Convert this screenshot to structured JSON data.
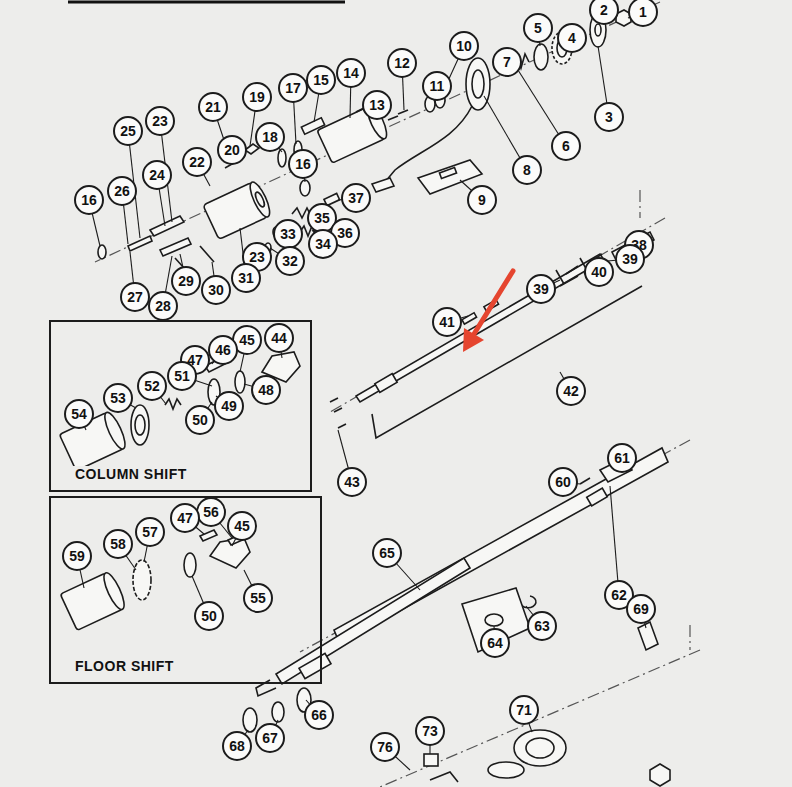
{
  "diagram": {
    "nodes": [
      {
        "text": [
          "1"
        ]
      },
      {
        "text": [
          "2"
        ]
      },
      {
        "text": [
          "5"
        ]
      },
      {
        "text": [
          "4"
        ]
      },
      {
        "text": [
          "10"
        ]
      },
      {
        "text": [
          "7"
        ]
      },
      {
        "text": [
          "12"
        ]
      },
      {
        "text": [
          "14"
        ]
      },
      {
        "text": [
          "15"
        ]
      },
      {
        "text": [
          "11"
        ]
      },
      {
        "text": [
          "17"
        ]
      },
      {
        "text": [
          "19"
        ]
      },
      {
        "text": [
          "13"
        ]
      },
      {
        "text": [
          "21"
        ]
      },
      {
        "text": [
          "3"
        ]
      },
      {
        "text": [
          "23"
        ]
      },
      {
        "text": [
          "25"
        ]
      },
      {
        "text": [
          "18"
        ]
      },
      {
        "text": [
          "6"
        ]
      },
      {
        "text": [
          "20"
        ]
      },
      {
        "text": [
          "22"
        ]
      },
      {
        "text": [
          "16"
        ]
      },
      {
        "text": [
          "8"
        ]
      },
      {
        "text": [
          "24"
        ]
      },
      {
        "text": [
          "26"
        ]
      },
      {
        "text": [
          "37"
        ]
      },
      {
        "text": [
          "16"
        ]
      },
      {
        "text": [
          "9"
        ]
      },
      {
        "text": [
          "35"
        ]
      },
      {
        "text": [
          "33"
        ]
      },
      {
        "text": [
          "36"
        ]
      },
      {
        "text": [
          "34"
        ]
      },
      {
        "text": [
          "38"
        ]
      },
      {
        "text": [
          "23"
        ]
      },
      {
        "text": [
          "39"
        ]
      },
      {
        "text": [
          "32"
        ]
      },
      {
        "text": [
          "40"
        ]
      },
      {
        "text": [
          "31"
        ]
      },
      {
        "text": [
          "29"
        ]
      },
      {
        "text": [
          "39"
        ]
      },
      {
        "text": [
          "30"
        ]
      },
      {
        "text": [
          "27"
        ]
      },
      {
        "text": [
          "28"
        ]
      },
      {
        "text": [
          "41"
        ]
      },
      {
        "text": [
          "42"
        ]
      },
      {
        "text": [
          "43"
        ]
      },
      {
        "text": [
          "COLUMN SHIFT"
        ]
      },
      {
        "text": [
          "44"
        ],
        "in": 46
      },
      {
        "text": [
          "45"
        ],
        "in": 46
      },
      {
        "text": [
          "46"
        ],
        "in": 46
      },
      {
        "text": [
          "47"
        ],
        "in": 46
      },
      {
        "text": [
          "51"
        ],
        "in": 46
      },
      {
        "text": [
          "52"
        ],
        "in": 46
      },
      {
        "text": [
          "48"
        ],
        "in": 46
      },
      {
        "text": [
          "53"
        ],
        "in": 46
      },
      {
        "text": [
          "49"
        ],
        "in": 46
      },
      {
        "text": [
          "54"
        ],
        "in": 46
      },
      {
        "text": [
          "50"
        ],
        "in": 46
      },
      {
        "text": [
          "FLOOR SHIFT"
        ]
      },
      {
        "text": [
          "56"
        ],
        "in": 58
      },
      {
        "text": [
          "47"
        ],
        "in": 58
      },
      {
        "text": [
          "45"
        ],
        "in": 58
      },
      {
        "text": [
          "57"
        ],
        "in": 58
      },
      {
        "text": [
          "58"
        ],
        "in": 58
      },
      {
        "text": [
          "59"
        ],
        "in": 58
      },
      {
        "text": [
          "55"
        ],
        "in": 58
      },
      {
        "text": [
          "50"
        ],
        "in": 58
      },
      {
        "text": [
          "61"
        ]
      },
      {
        "text": [
          "60"
        ]
      },
      {
        "text": [
          "65"
        ]
      },
      {
        "text": [
          "62"
        ]
      },
      {
        "text": [
          "69"
        ]
      },
      {
        "text": [
          "63"
        ]
      },
      {
        "text": [
          "64"
        ]
      },
      {
        "text": [
          "71"
        ]
      },
      {
        "text": [
          "66"
        ]
      },
      {
        "text": [
          "73"
        ]
      },
      {
        "text": [
          "67"
        ]
      },
      {
        "text": [
          "68"
        ]
      },
      {
        "text": [
          "76"
        ]
      }
    ]
  }
}
